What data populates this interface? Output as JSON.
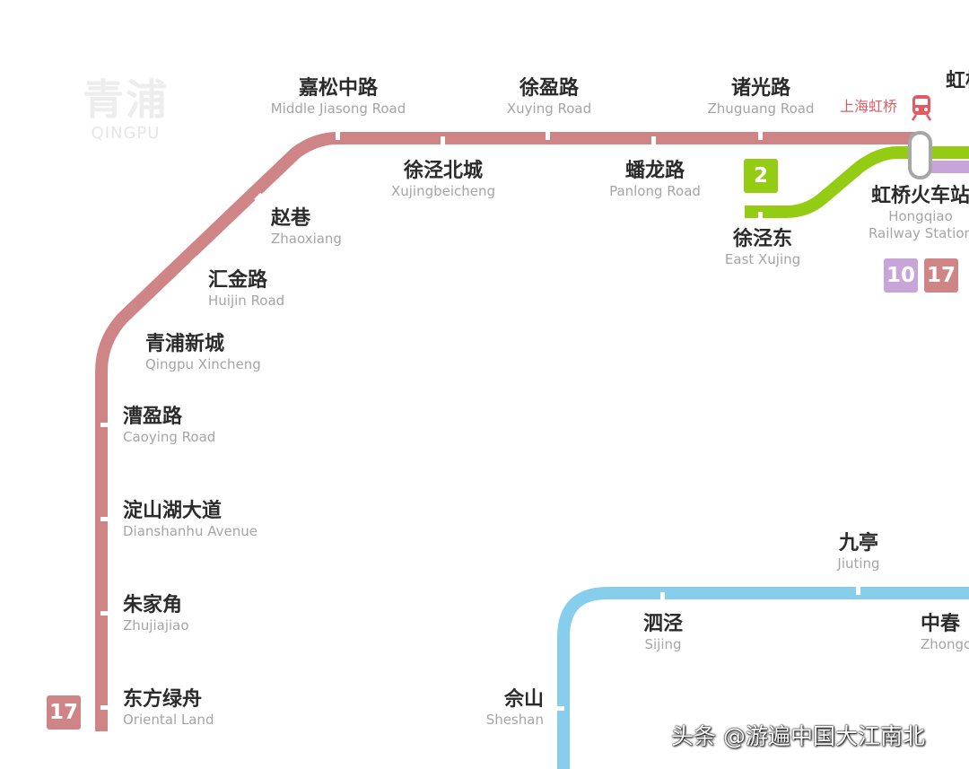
{
  "colors": {
    "line17": "#cf8585",
    "line2": "#94cc14",
    "line10": "#c7a5d8",
    "lineBlue": "#87cdec"
  },
  "district": {
    "zh": "青浦",
    "en": "QINGPU"
  },
  "stations": {
    "jiasong": {
      "zh": "嘉松中路",
      "en": "Middle Jiasong Road"
    },
    "xuying": {
      "zh": "徐盈路",
      "en": "Xuying Road"
    },
    "zhuguang": {
      "zh": "诸光路",
      "en": "Zhuguang Road"
    },
    "xujingbeicheng": {
      "zh": "徐泾北城",
      "en": "Xujingbeicheng"
    },
    "panlong": {
      "zh": "蟠龙路",
      "en": "Panlong Road"
    },
    "zhaoxiang": {
      "zh": "赵巷",
      "en": "Zhaoxiang"
    },
    "huijin": {
      "zh": "汇金路",
      "en": "Huijin Road"
    },
    "xincheng": {
      "zh": "青浦新城",
      "en": "Qingpu Xincheng"
    },
    "caoying": {
      "zh": "漕盈路",
      "en": "Caoying Road"
    },
    "dianshanhu": {
      "zh": "淀山湖大道",
      "en": "Dianshanhu Avenue"
    },
    "zhujiajiao": {
      "zh": "朱家角",
      "en": "Zhujiajiao"
    },
    "oriental": {
      "zh": "东方绿舟",
      "en": "Oriental Land"
    },
    "xujingdong": {
      "zh": "徐泾东",
      "en": "East Xujing"
    },
    "hongqiao": {
      "zh": "虹桥火车站",
      "en1": "Hongqiao",
      "en2": "Railway Station"
    },
    "hongtop": {
      "zh": "虹桥"
    },
    "jiuting": {
      "zh": "九亭",
      "en": "Jiuting"
    },
    "sijing": {
      "zh": "泗泾",
      "en": "Sijing"
    },
    "sheshan": {
      "zh": "佘山",
      "en": "Sheshan"
    },
    "zhongchun": {
      "zh": "中春",
      "en": "Zhongchun"
    }
  },
  "rail": {
    "label": "上海虹桥",
    "icon": "train-icon"
  },
  "badges": {
    "line17": "17",
    "line2": "2",
    "line10": "10",
    "line17b": "17"
  },
  "watermark": "头条 @游遍中国大江南北"
}
